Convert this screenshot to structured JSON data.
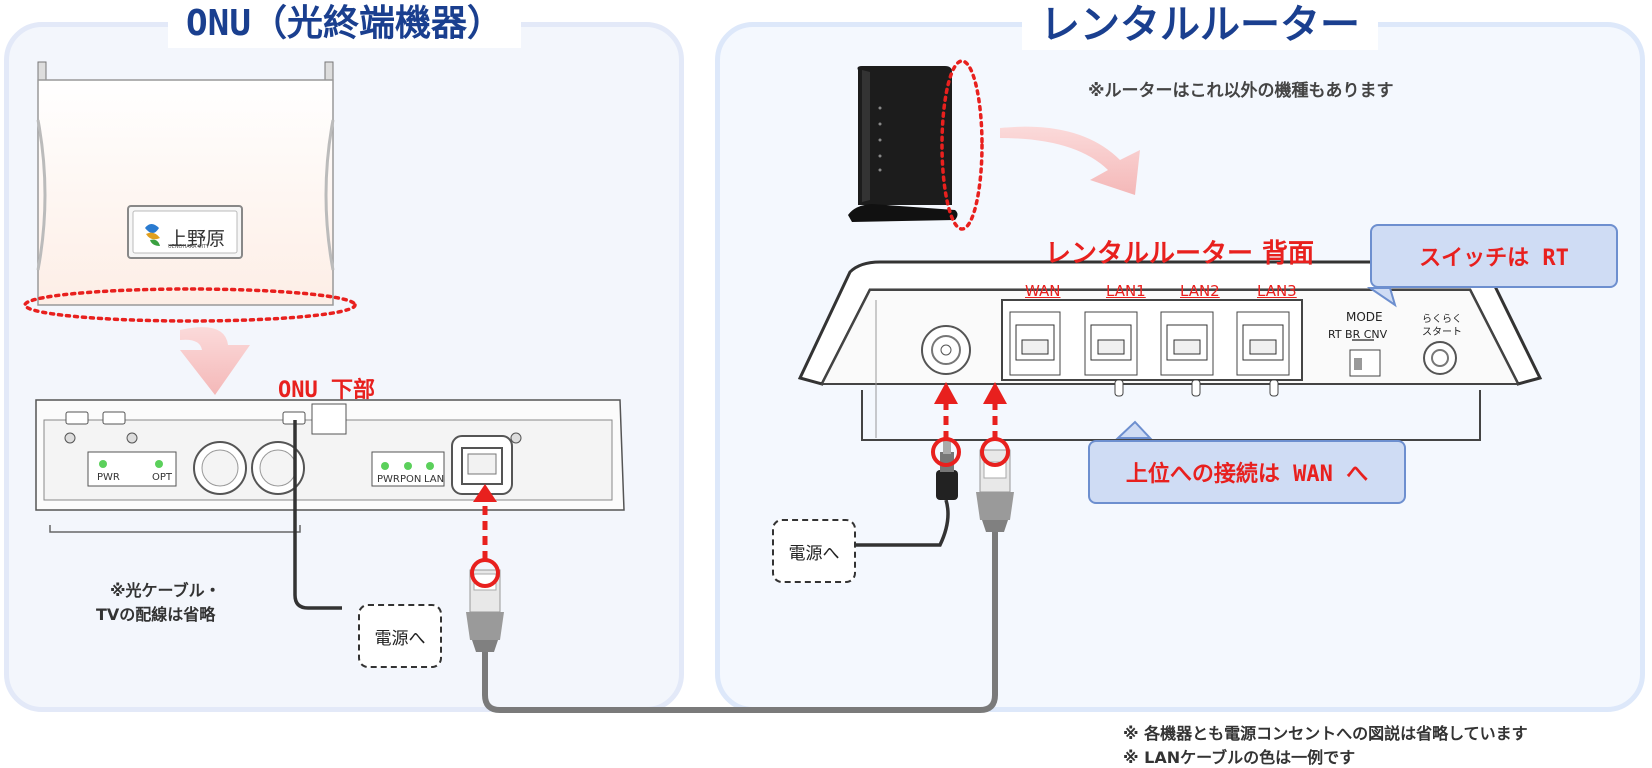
{
  "onu_panel": {
    "title": "ONU（光終端機器）",
    "logo_text": "上野原",
    "logo_sub": "UENOHARA CITY",
    "bottom_label": "ONU 下部",
    "led_group1": [
      "PWR",
      "OPT"
    ],
    "led_group2": [
      "PWR",
      "PON",
      "LAN"
    ],
    "omit_note_line1": "※光ケーブル・",
    "omit_note_line2": "TVの配線は省略",
    "power_box": "電源へ"
  },
  "router_panel": {
    "title": "レンタルルーター",
    "model_note": "※ルーターはこれ以外の機種もあります",
    "back_label": "レンタルルーター 背面",
    "switch_bubble": "スイッチは RT",
    "wan_bubble": "上位への接続は WAN へ",
    "ports": [
      "WAN",
      "LAN1",
      "LAN2",
      "LAN3"
    ],
    "mode_label": "MODE",
    "mode_options": "RT BR CNV",
    "easy_start_line1": "らくらく",
    "easy_start_line2": "スタート",
    "power_box": "電源へ"
  },
  "footnotes": [
    "※ 各機器とも電源コンセントへの図説は省略しています",
    "※ LANケーブルの色は一例です"
  ],
  "colors": {
    "title_blue": "#1a3f8f",
    "highlight_red": "#e8201e",
    "bubble_fill": "#cfdcf4",
    "arrow_pink": "#f6c4c4",
    "cable_gray": "#7a7a7a"
  }
}
